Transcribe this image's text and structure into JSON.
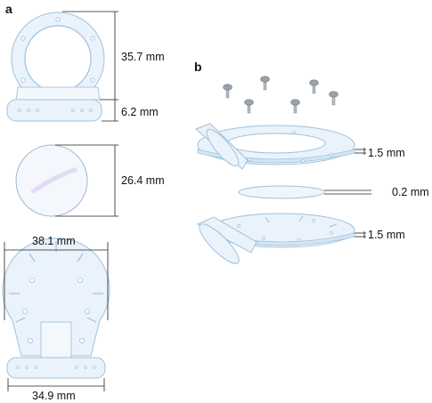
{
  "panels": {
    "a": {
      "letter": "a"
    },
    "b": {
      "letter": "b"
    }
  },
  "dimensions": {
    "ring_height": "35.7 mm",
    "handle_height": "6.2 mm",
    "coverslip_diameter": "26.4 mm",
    "plate_width": "38.1 mm",
    "handle_width": "34.9 mm",
    "top_layer_thickness": "1.5 mm",
    "coverslip_thickness": "0.2 mm",
    "bottom_layer_thickness": "1.5 mm"
  },
  "colors": {
    "acrylic_fill": "#eaf3fb",
    "acrylic_edge": "#9fc1dc",
    "screw": "#9aa3ab"
  }
}
